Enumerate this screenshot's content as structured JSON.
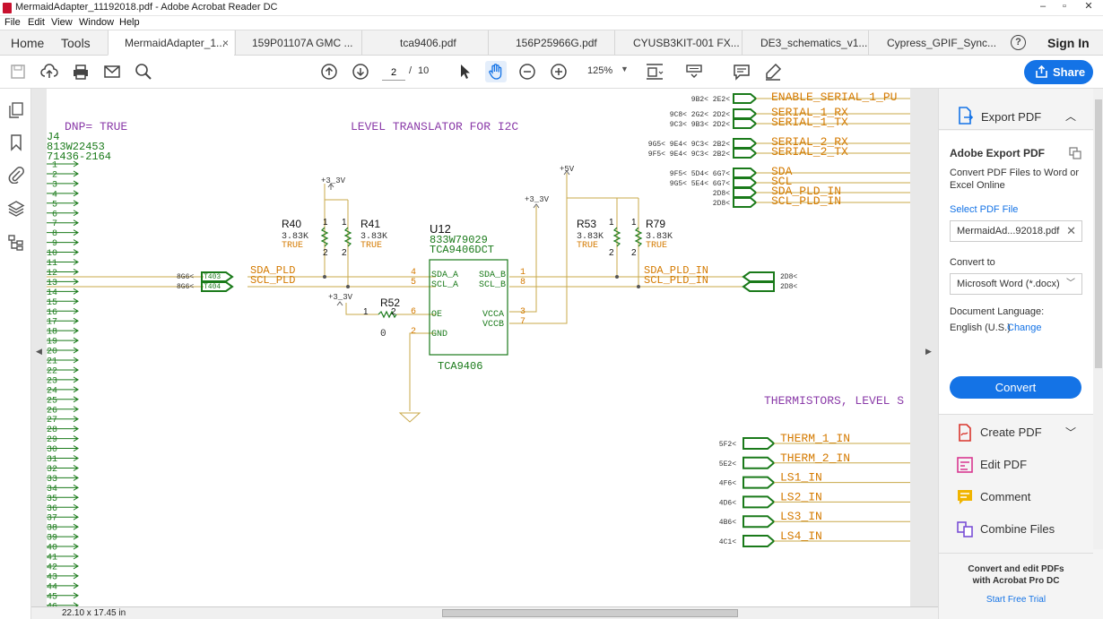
{
  "window": {
    "title": "MermaidAdapter_11192018.pdf - Adobe Acrobat Reader DC"
  },
  "menu": [
    "File",
    "Edit",
    "View",
    "Window",
    "Help"
  ],
  "nav": {
    "home": "Home",
    "tools": "Tools"
  },
  "tabs": [
    {
      "label": "MermaidAdapter_1...",
      "close": "×"
    },
    {
      "label": "159P01107A GMC ..."
    },
    {
      "label": "tca9406.pdf"
    },
    {
      "label": "156P25966G.pdf"
    },
    {
      "label": "CYUSB3KIT-001 FX..."
    },
    {
      "label": "DE3_schematics_v1..."
    },
    {
      "label": "Cypress_GPIF_Sync..."
    }
  ],
  "header": {
    "help": "?",
    "signin": "Sign In"
  },
  "toolbar": {
    "page_current": "2",
    "page_sep": "/",
    "page_total": "10",
    "zoom": "125%",
    "share": "Share"
  },
  "status": {
    "page_size": "22.10 x 17.45 in"
  },
  "schematic": {
    "dnp": "DNP= TRUE",
    "title1": "LEVEL TRANSLATOR FOR I2C",
    "title2": "THERMISTORS, LEVEL S",
    "conn_ref": "J4",
    "conn_pn1": "813W22453",
    "conn_pn2": "71436-2164",
    "pins": [
      "1",
      "2",
      "3",
      "4",
      "5",
      "6",
      "7",
      "8",
      "9",
      "10",
      "11",
      "12",
      "13",
      "14",
      "15",
      "16",
      "17",
      "18",
      "19",
      "20",
      "21",
      "22",
      "23",
      "24",
      "25",
      "26",
      "27",
      "28",
      "29",
      "30",
      "31",
      "32",
      "33",
      "34",
      "35",
      "36",
      "37",
      "38",
      "39",
      "40",
      "41",
      "42",
      "43",
      "44",
      "45",
      "46"
    ],
    "r40": {
      "ref": "R40",
      "val": "3.83K",
      "opt": "TRUE"
    },
    "r41": {
      "ref": "R41",
      "val": "3.83K",
      "opt": "TRUE"
    },
    "r52": {
      "ref": "R52",
      "val": "0"
    },
    "r53": {
      "ref": "R53",
      "val": "3.83K",
      "opt": "TRUE"
    },
    "r79": {
      "ref": "R79",
      "val": "3.83K",
      "opt": "TRUE"
    },
    "u12": {
      "ref": "U12",
      "pn": "833W79029",
      "part": "TCA9406DCT",
      "name": "TCA9406",
      "sda_a": "SDA_A",
      "scl_a": "SCL_A",
      "oe": "OE",
      "gnd": "GND",
      "sda_b": "SDA_B",
      "scl_b": "SCL_B",
      "vcca": "VCCA",
      "vccb": "VCCB"
    },
    "power": {
      "v33": "+3_3V",
      "v5": "+5V"
    },
    "nets": {
      "sda_pld": "SDA_PLD",
      "scl_pld": "SCL_PLD",
      "sda_pld_in": "SDA_PLD_IN",
      "scl_pld_in": "SCL_PLD_IN"
    },
    "pin_nums": {
      "one": "1",
      "two": "2",
      "three": "3",
      "four": "4",
      "five": "5",
      "six": "6",
      "seven": "7",
      "eight": "8"
    },
    "left_refs": {
      "sda": "8G6<",
      "scl": "8G6<",
      "t403": "T403",
      "t404": "T404"
    },
    "right_refs": {
      "sda": "2D8<",
      "scl": "2D8<"
    },
    "top_right": [
      {
        "refs": "9B2<  2E2<",
        "net": "ENABLE_SERIAL_1_PU"
      },
      {
        "refs": "9C8<  2G2<  2D2<",
        "net": "SERIAL_1_RX"
      },
      {
        "refs": "9C3<  9B3<  2D2<",
        "net": "SERIAL_1_TX"
      },
      {
        "refs": "9G5<  9E4<  9C3<  2B2<",
        "net": "SERIAL_2_RX"
      },
      {
        "refs": "9F5<  9E4<  9C3<  2B2<",
        "net": "SERIAL_2_TX"
      },
      {
        "refs": "9F5<  5D4<  6G7<",
        "net": "SDA"
      },
      {
        "refs": "9G5<  5E4<  6G7<",
        "net": "SCL"
      },
      {
        "refs": "2D8<",
        "net": "SDA_PLD_IN"
      },
      {
        "refs": "2D8<",
        "net": "SCL_PLD_IN"
      }
    ],
    "therm": [
      {
        "ref": "5F2<",
        "net": "THERM_1_IN"
      },
      {
        "ref": "5E2<",
        "net": "THERM_2_IN"
      },
      {
        "ref": "4F6<",
        "net": "LS1_IN"
      },
      {
        "ref": "4D6<",
        "net": "LS2_IN"
      },
      {
        "ref": "4B6<",
        "net": "LS3_IN"
      },
      {
        "ref": "4C1<",
        "net": "LS4_IN"
      }
    ]
  },
  "panel": {
    "export_pdf": "Export PDF",
    "adobe_export": "Adobe Export PDF",
    "desc": "Convert PDF Files to Word or Excel Online",
    "select_file": "Select PDF File",
    "file_name": "MermaidAd...92018.pdf",
    "convert_to": "Convert to",
    "format": "Microsoft Word (*.docx)",
    "doc_lang": "Document Language:",
    "lang": "English (U.S.)",
    "change": "Change",
    "convert": "Convert",
    "create_pdf": "Create PDF",
    "edit_pdf": "Edit PDF",
    "comment": "Comment",
    "combine": "Combine Files",
    "promo1": "Convert and edit PDFs",
    "promo2": "with Acrobat Pro DC",
    "trial": "Start Free Trial"
  },
  "colors": {
    "accent": "#1473e6",
    "schem_green": "#1a7a1a",
    "schem_orange": "#d47a00",
    "schem_purple": "#8a3aa8",
    "wire": "#c8a84a"
  }
}
